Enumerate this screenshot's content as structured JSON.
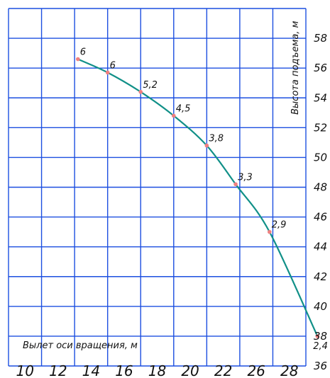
{
  "chart_data": {
    "type": "line",
    "x_tick_labels": [
      "10",
      "12",
      "14",
      "16",
      "18",
      "20",
      "22",
      "26",
      "28"
    ],
    "y_tick_labels": [
      "36",
      "38",
      "40",
      "42",
      "44",
      "46",
      "48",
      "50",
      "52",
      "54",
      "56",
      "58"
    ],
    "xlabel": "Вылет оси вращения, м",
    "ylabel": "Высота подъема, м",
    "ylim": [
      36,
      60
    ],
    "grid": true,
    "colors": {
      "grid": "#1c4fe0",
      "curve": "#119088",
      "points": "#f08080",
      "text": "#111111"
    },
    "series": [
      {
        "points": [
          {
            "x": 13.2,
            "y": 56.6,
            "label": "6"
          },
          {
            "x": 15.0,
            "y": 55.7,
            "label": "6"
          },
          {
            "x": 17.0,
            "y": 54.4,
            "label": "5,2"
          },
          {
            "x": 19.0,
            "y": 52.8,
            "label": "4,5"
          },
          {
            "x": 21.0,
            "y": 50.8,
            "label": "3,8"
          },
          {
            "x": 23.5,
            "y": 48.2,
            "label": "3,3"
          },
          {
            "x": 26.8,
            "y": 45.0,
            "label": "2,9"
          },
          {
            "x": 29.7,
            "y": 38.0,
            "label": "2,4"
          }
        ]
      }
    ]
  }
}
